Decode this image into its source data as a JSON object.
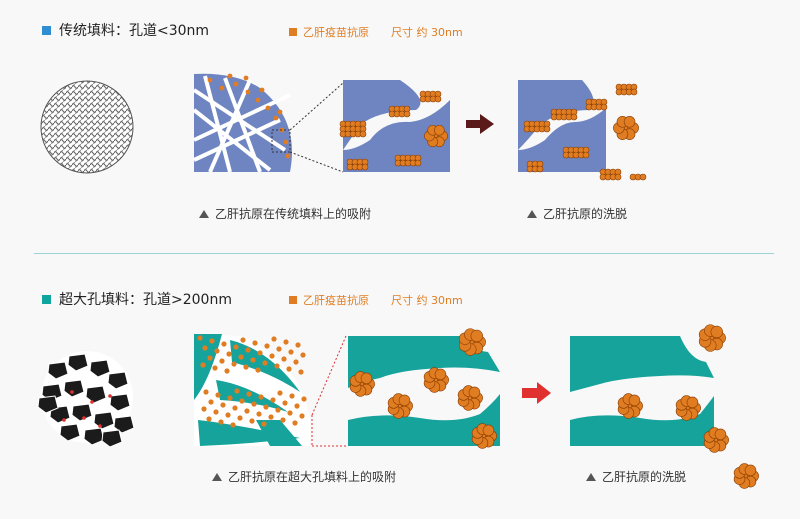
{
  "colors": {
    "traditional_accent": "#2f8ed1",
    "large_pore_accent": "#0ea59f",
    "traditional_matrix": "#6f85c2",
    "large_pore_matrix": "#15a39b",
    "antigen": "#e07d22",
    "arrow_dark": "#5a1a1a",
    "arrow_red": "#e03030"
  },
  "section1": {
    "title": "传统填料：孔道<30nm",
    "legend_label": "乙肝疫苗抗原",
    "legend_size": "尺寸 约 30nm",
    "caption_adsorption": "乙肝抗原在传统填料上的吸附",
    "caption_elution": "乙肝抗原的洗脱"
  },
  "section2": {
    "title": "超大孔填料：孔道>200nm",
    "legend_label": "乙肝疫苗抗原",
    "legend_size": "尺寸 约 30nm",
    "caption_adsorption": "乙肝抗原在超大孔填料上的吸附",
    "caption_elution": "乙肝抗原的洗脱"
  }
}
